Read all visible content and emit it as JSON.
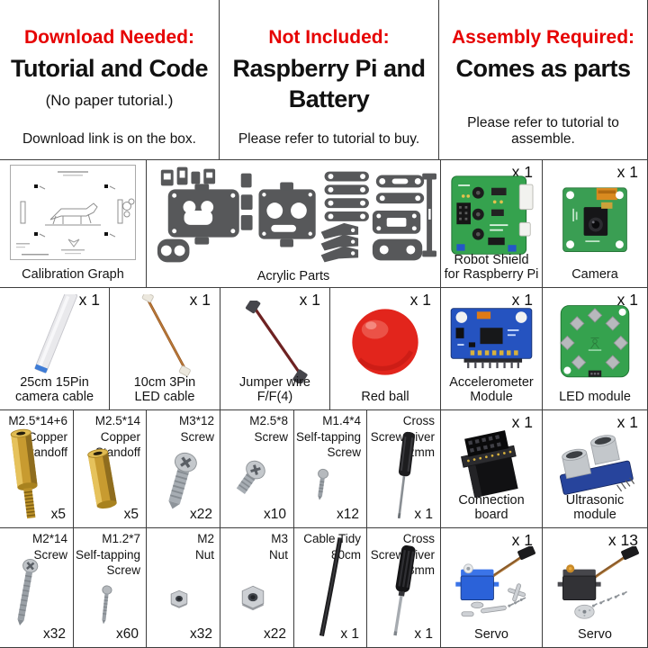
{
  "headers": [
    {
      "title": "Download Needed:",
      "line2": "Tutorial and Code",
      "note": "(No paper tutorial.)",
      "footer": "Download link is on the box."
    },
    {
      "title": "Not Included:",
      "line2": "Raspberry Pi and\nBattery",
      "note": "",
      "footer": "Please refer to tutorial to buy."
    },
    {
      "title": "Assembly Required:",
      "line2": "Comes as parts",
      "note": "",
      "footer": "Please refer to tutorial to assemble."
    }
  ],
  "row2": [
    {
      "name": "Calibration Graph",
      "qty": ""
    },
    {
      "name": "Acrylic Parts",
      "qty": ""
    },
    {
      "name": "Robot Shield\nfor Raspberry Pi",
      "qty": "x 1"
    },
    {
      "name": "Camera",
      "qty": "x 1"
    }
  ],
  "row3": [
    {
      "name": "25cm 15Pin\ncamera cable",
      "qty": "x 1"
    },
    {
      "name": "10cm 3Pin\nLED cable",
      "qty": "x 1"
    },
    {
      "name": "Jumper wire F/F(4)",
      "qty": "x 1"
    },
    {
      "name": "Red ball",
      "qty": "x 1"
    },
    {
      "name": "Accelerometer\nModule",
      "qty": "x 1"
    },
    {
      "name": "LED module",
      "qty": "x 1"
    }
  ],
  "row4": [
    {
      "name": "M2.5*14+6\nCopper\nStandoff",
      "qty": "x5"
    },
    {
      "name": "M2.5*14\nCopper\nStandoff",
      "qty": "x5"
    },
    {
      "name": "M3*12\nScrew",
      "qty": "x22"
    },
    {
      "name": "M2.5*8\nScrew",
      "qty": "x10"
    },
    {
      "name": "M1.4*4\nSelf-tapping\nScrew",
      "qty": "x12"
    },
    {
      "name": "Cross\nScrewdriver\n2mm",
      "qty": "x 1"
    },
    {
      "name": "Connection board",
      "qty": "x 1"
    },
    {
      "name": "Ultrasonic module",
      "qty": "x 1"
    }
  ],
  "row5": [
    {
      "name": "M2*14\nScrew",
      "qty": "x32"
    },
    {
      "name": "M1.2*7\nSelf-tapping\nScrew",
      "qty": "x60"
    },
    {
      "name": "M2\nNut",
      "qty": "x32"
    },
    {
      "name": "M3\nNut",
      "qty": "x22"
    },
    {
      "name": "Cable Tidy\n80cm",
      "qty": "x 1"
    },
    {
      "name": "Cross\nScrewdriver\n3mm",
      "qty": "x 1"
    },
    {
      "name": "Servo",
      "qty": "x 1"
    },
    {
      "name": "Servo",
      "qty": "x 13"
    }
  ],
  "colors": {
    "accent_red": "#e60000",
    "grid_border": "#3d3d3d",
    "pcb_green": "#33a04a",
    "module_blue": "#2a52b8",
    "acrylic_gray": "#57585a",
    "brass_gold": "#c89b30",
    "ball_red": "#e2251c",
    "servo_blue": "#2b62d9"
  }
}
